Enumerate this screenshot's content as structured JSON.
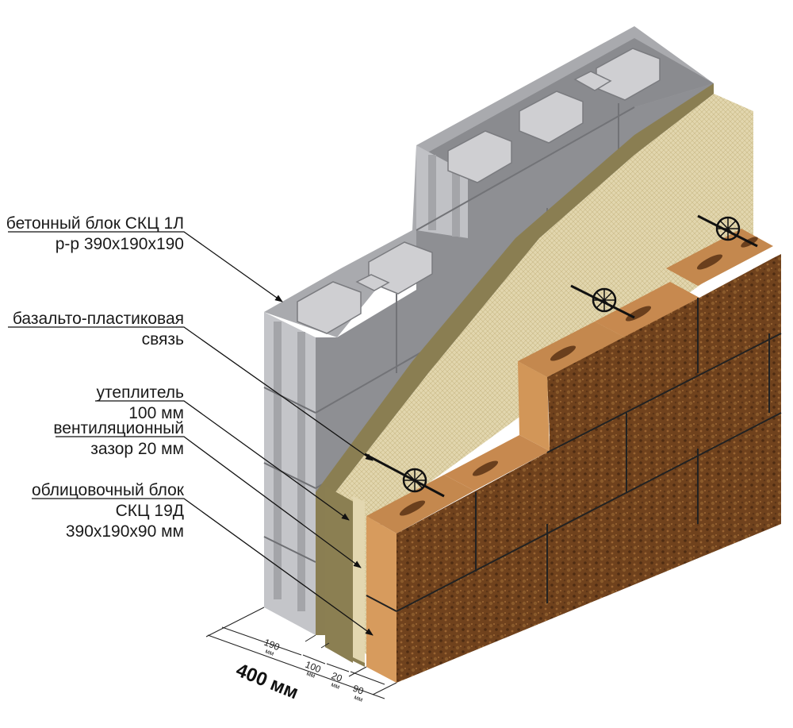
{
  "labels": {
    "block_line1": "бетонный блок СКЦ 1Л",
    "block_line2": "р-р 390х190х190",
    "tie_line1": "базальто-пластиковая",
    "tie_line2": "связь",
    "insul_line1": "утеплитель",
    "insul_line2": "100 мм",
    "vent_line1": "вентиляционный",
    "vent_line2": "зазор 20 мм",
    "facing_line1": "облицовочный блок",
    "facing_line2": "СКЦ 19Д",
    "facing_line3": "390х190х90 мм"
  },
  "dimensions": {
    "d1_value": "190",
    "d1_unit": "мм",
    "d2_value": "100",
    "d2_unit": "мм",
    "d3_value": "20",
    "d3_unit": "мм",
    "d4_value": "90",
    "d4_unit": "мм",
    "total": "400 мм"
  },
  "colors": {
    "concrete_front": "#8e8f93",
    "concrete_top": "#b3b4b8",
    "concrete_side": "#c4c5c9",
    "insulation": "#8a7e52",
    "insulation_face": "#e3d7b0",
    "brick_top": "#c4884e",
    "brick_front": "#6b3f1c",
    "brick_side": "#d79b5d",
    "tie": "#111111"
  }
}
